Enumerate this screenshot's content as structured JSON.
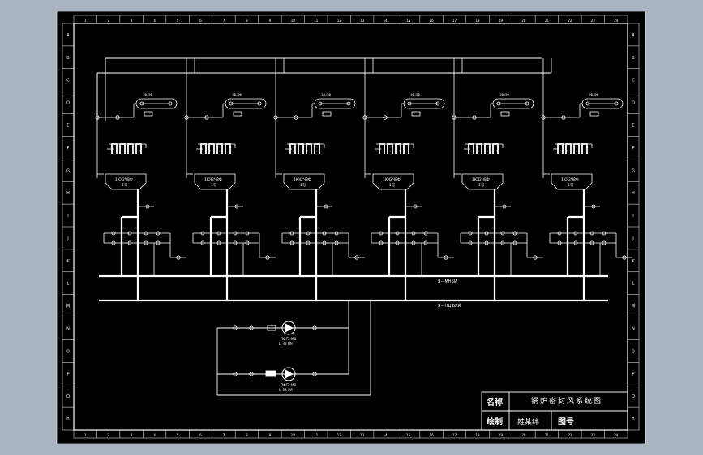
{
  "drawing": {
    "col_labels": [
      "1",
      "2",
      "3",
      "4",
      "5",
      "6",
      "7",
      "8",
      "9",
      "10",
      "11",
      "12",
      "13",
      "14",
      "15",
      "16",
      "17",
      "18",
      "19",
      "20",
      "21",
      "22",
      "23",
      "24"
    ],
    "row_labels": [
      "A",
      "B",
      "C",
      "D",
      "E",
      "F",
      "G",
      "H",
      "I",
      "J",
      "K",
      "L",
      "M",
      "N",
      "O",
      "P",
      "Q",
      "R"
    ],
    "header_label": "1ЮІ2Ч8Ф",
    "unit_label": "1号",
    "top_pipe_label": "1Ф-ПФ",
    "line_labels": {
      "line1": "Я—МНБЙ",
      "line2": "Я—ПД БКЙ"
    },
    "pump_labels": {
      "pump1": "ПФГЗ-МВ",
      "pump2": "ПФГЗ-МВ"
    },
    "pump_sublabel": "Ц ЗЗ ОЯ"
  },
  "title_block": {
    "name_label": "名称",
    "name_value": "锅炉密封风系统图",
    "drawn_label": "绘制",
    "drawn_value": "姓某纬",
    "figno_label": "图号",
    "figno_value": ""
  },
  "colors": {
    "background": "#a9b3c1",
    "drawing": "#000000",
    "lines": "#ffffff"
  }
}
